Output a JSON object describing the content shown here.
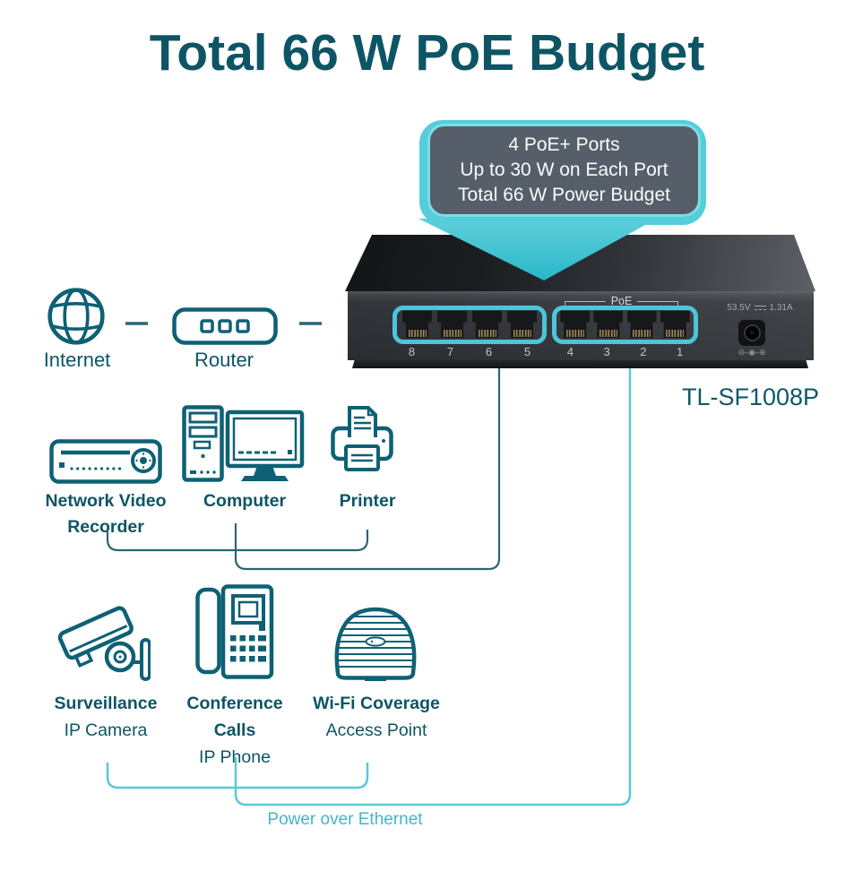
{
  "title": "Total 66 W PoE Budget",
  "callout": {
    "line1": "4 PoE+ Ports",
    "line2": "Up to 30 W on Each Port",
    "line3": "Total 66 W Power Budget"
  },
  "switch": {
    "model": "TL-SF1008P",
    "poe_group_label": "PoE",
    "port_numbers": [
      "8",
      "7",
      "6",
      "5",
      "4",
      "3",
      "2",
      "1"
    ],
    "power_voltage": "53.5V",
    "power_current": "1.31A",
    "polarity_symbol": "⊖–◉–⊕"
  },
  "devices": {
    "internet": {
      "label": "Internet",
      "icon": "globe-icon"
    },
    "router": {
      "label": "Router",
      "icon": "router-icon"
    },
    "nvr": {
      "label": "Network Video Recorder",
      "icon": "nvr-icon"
    },
    "computer": {
      "label": "Computer",
      "icon": "computer-icon"
    },
    "printer": {
      "label": "Printer",
      "icon": "printer-icon"
    },
    "camera": {
      "label": "Surveillance",
      "sublabel": "IP Camera",
      "icon": "cctv-camera-icon"
    },
    "phone": {
      "label": "Conference Calls",
      "sublabel": "IP Phone",
      "icon": "ip-phone-icon"
    },
    "ap": {
      "label": "Wi-Fi Coverage",
      "sublabel": "Access Point",
      "icon": "access-point-icon"
    }
  },
  "caption": {
    "poe_line_label": "Power over Ethernet"
  },
  "colors": {
    "primary_text": "#0d5565",
    "icon_stroke": "#0e6175",
    "dark_line": "#2e6575",
    "cyan_line": "#5ac8d8",
    "cyan_accent": "#49c6d8",
    "caption_text": "#45b5cb",
    "callout_fill": "#565f69",
    "callout_border": "#7edde6",
    "callout_glow": "#55cdda",
    "funnel_top": "#5fd0da",
    "funnel_bottom": "#28b7ca"
  }
}
